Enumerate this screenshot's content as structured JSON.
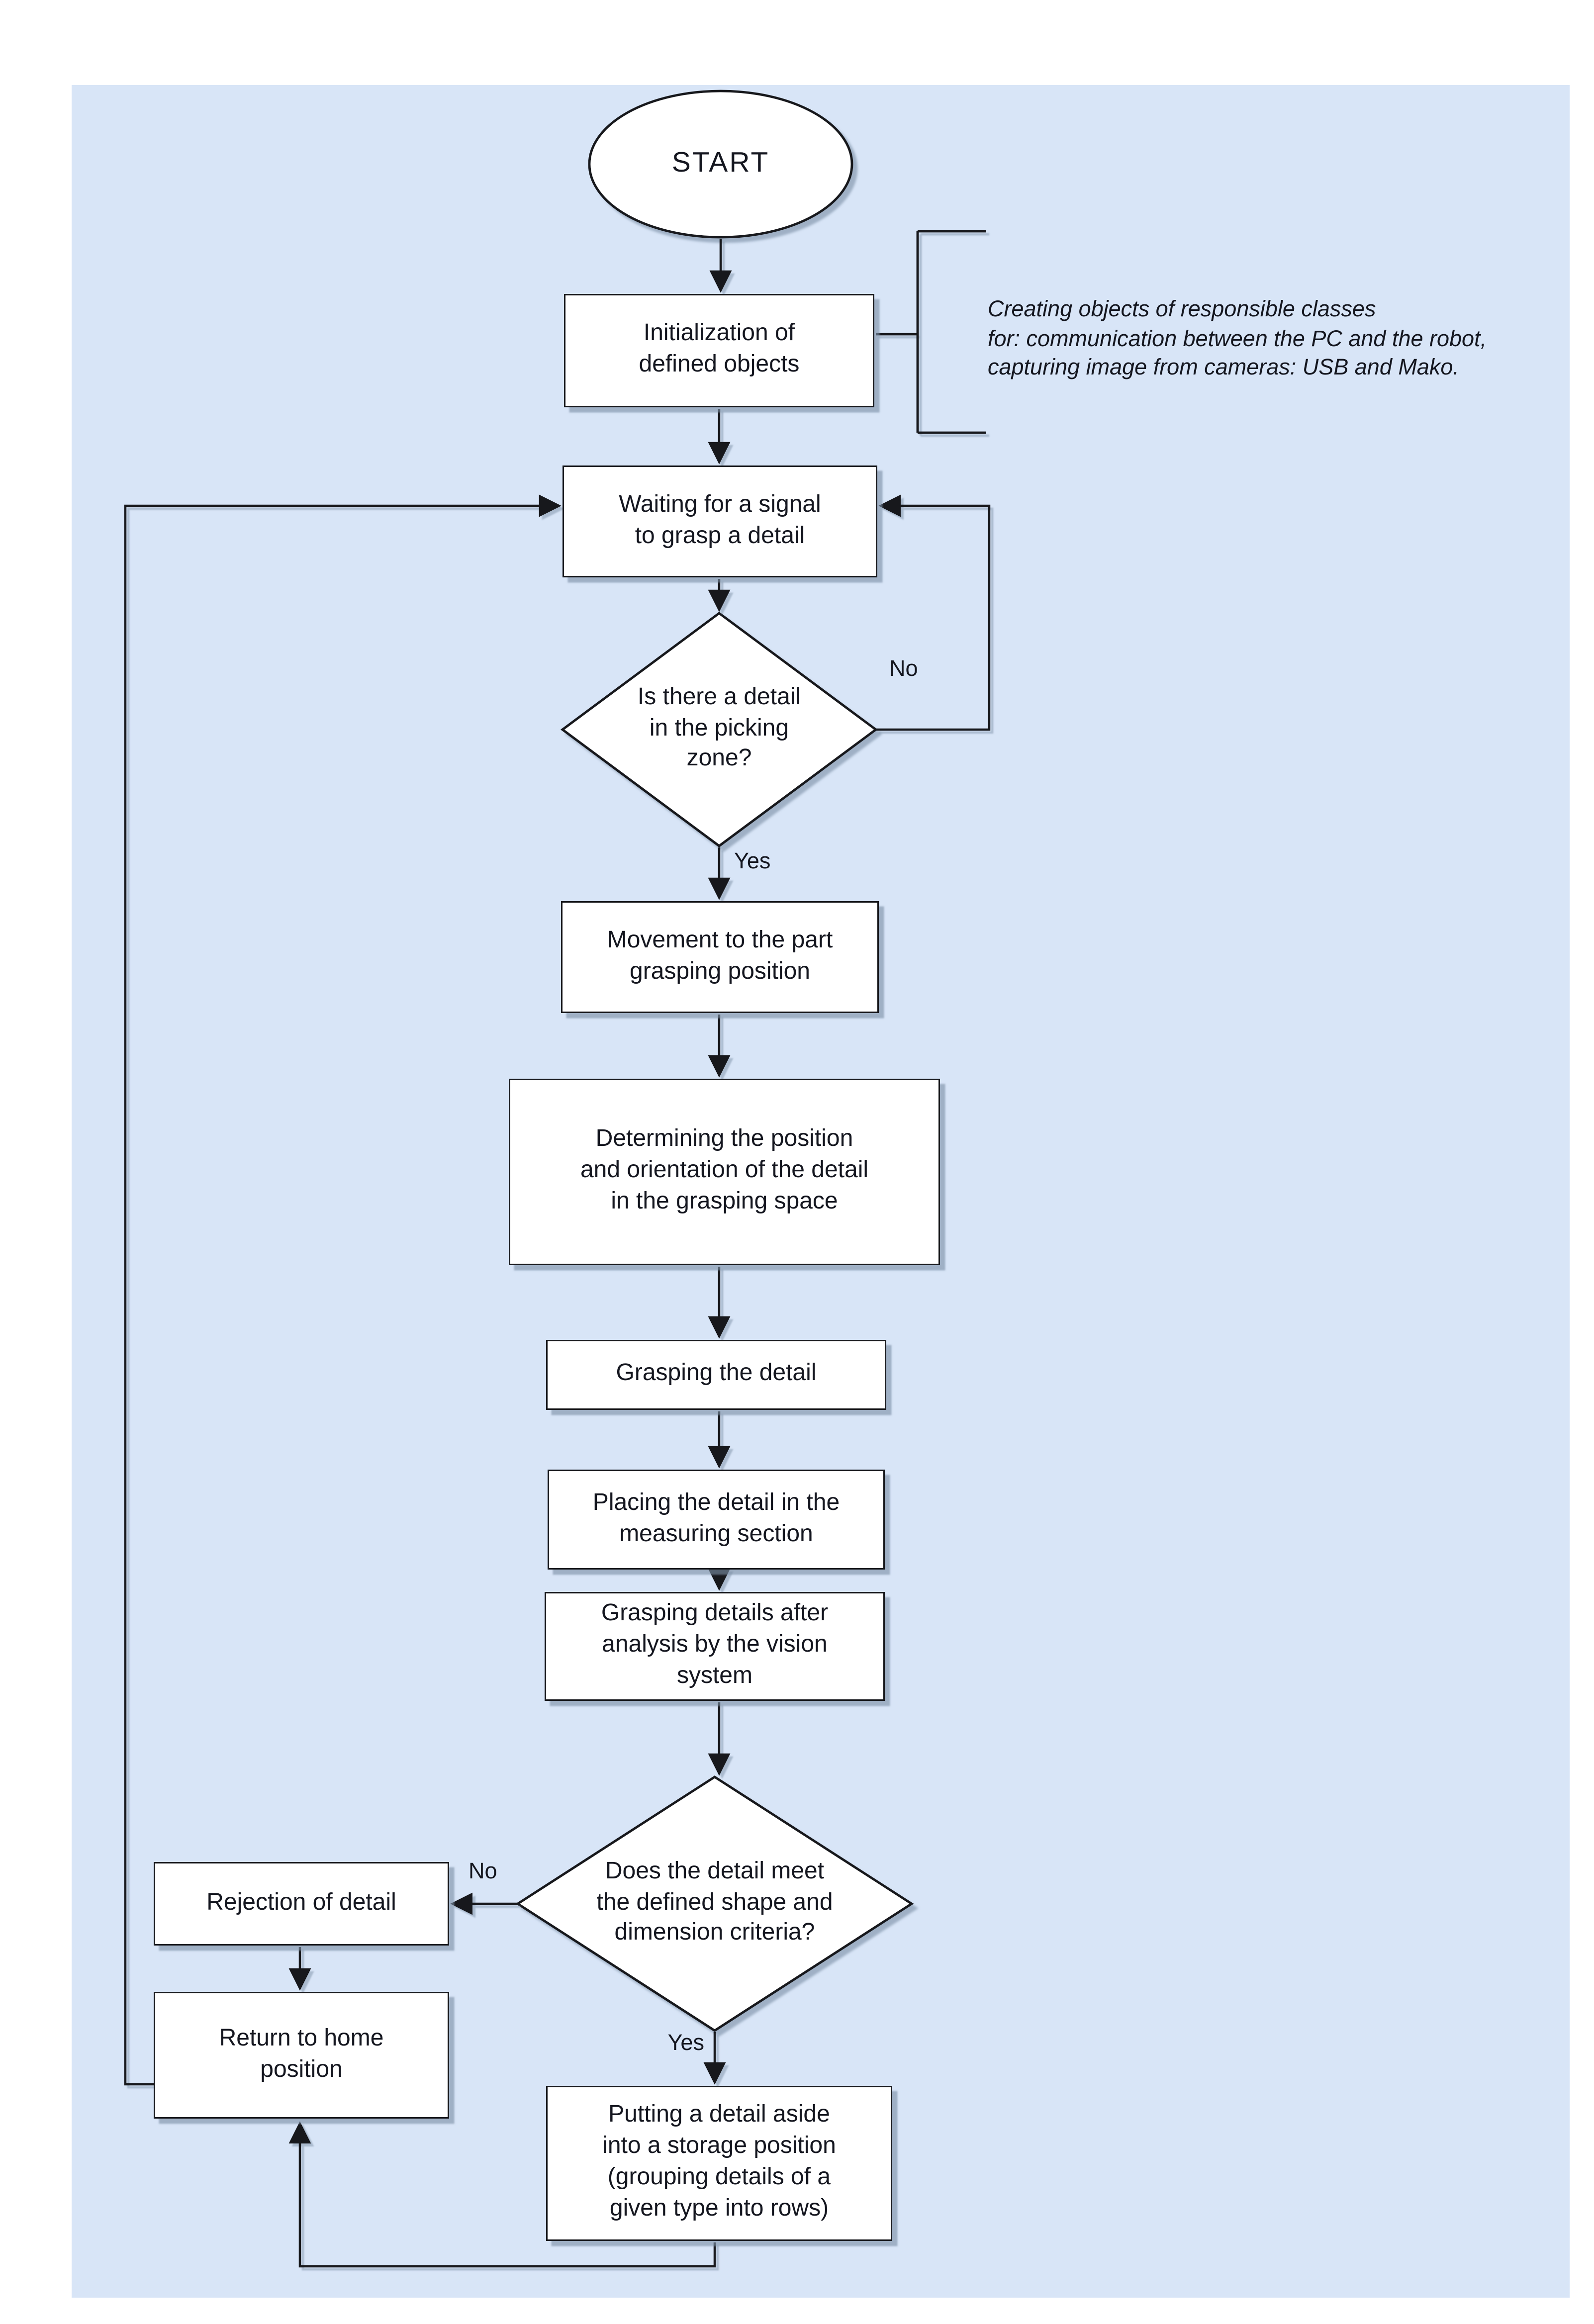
{
  "diagram": {
    "nodes": {
      "start": "START",
      "initialization": "Initialization of\ndefined objects",
      "waiting": "Waiting for a signal\nto grasp a detail",
      "decision_picking": "Is there a detail\nin the picking\nzone?",
      "movement": "Movement to the part\ngrasping position",
      "determining": "Determining the position\nand orientation of the detail\nin the grasping space",
      "grasping": "Grasping the detail",
      "placing": "Placing the detail in the\nmeasuring section",
      "grasping_after": "Grasping details after\nanalysis by the vision\nsystem",
      "decision_criteria": "Does the detail meet\nthe defined shape and\ndimension criteria?",
      "rejection": "Rejection of detail",
      "return_home": "Return to home\nposition",
      "putting_aside": "Putting a detail aside\ninto a storage position\n(grouping details of a\ngiven type into rows)"
    },
    "edge_labels": {
      "picking_yes": "Yes",
      "picking_no": "No",
      "criteria_yes": "Yes",
      "criteria_no": "No"
    },
    "annotation": "Creating objects of responsible classes\nfor: communication between the PC and the robot,\ncapturing image from cameras: USB and Mako.",
    "colors": {
      "canvas_background": "#d8e5f7",
      "shape_fill": "#ffffff",
      "line": "#17181c",
      "shadow": "#7c8fa6"
    }
  }
}
